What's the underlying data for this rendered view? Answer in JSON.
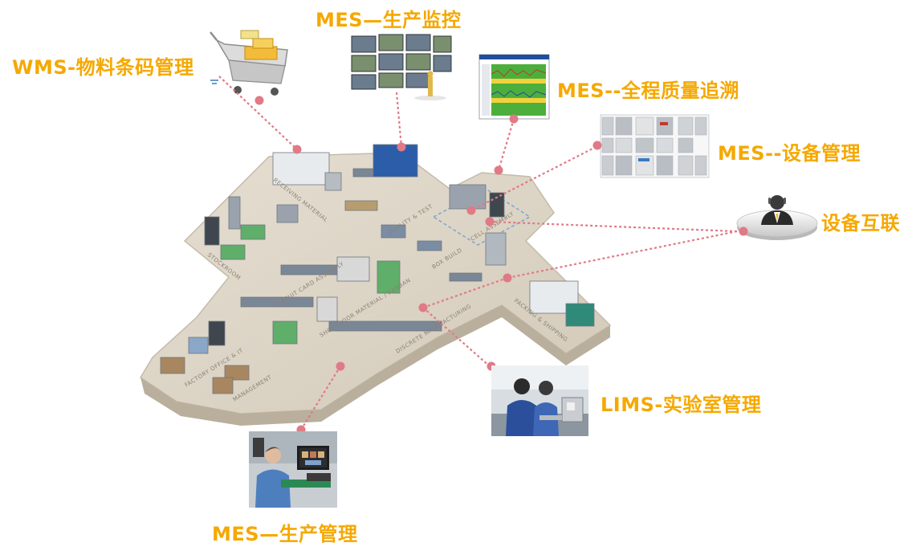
{
  "labels": {
    "wms": "WMS-物料条码管理",
    "mes_monitor": "MES—生产监控",
    "mes_quality": "MES--全程质量追溯",
    "mes_equipment": "MES--设备管理",
    "iot": "设备互联",
    "lims": "LIMS-实验室管理",
    "mes_production": "MES—生产管理"
  },
  "floor_areas": {
    "receiving": "RECEIVING MATERIAL",
    "quality": "QUALITY & TEST",
    "cell": "CELL ASSEMBLY",
    "stockroom": "STOCKROOM",
    "circuit": "CIRCUIT CARD ASSEMBLY",
    "box": "BOX BUILD",
    "kanban": "SHOP FLOOR MATERIAL / KANBAN",
    "discrete": "DISCRETE MANUFACTURING",
    "packing": "PACKING & SHIPPING",
    "office": "FACTORY OFFICE & IT",
    "management": "MANAGEMENT"
  },
  "colors": {
    "label": "#f5a800",
    "connector": "#e07a86",
    "floor": "#ddd6c8"
  }
}
